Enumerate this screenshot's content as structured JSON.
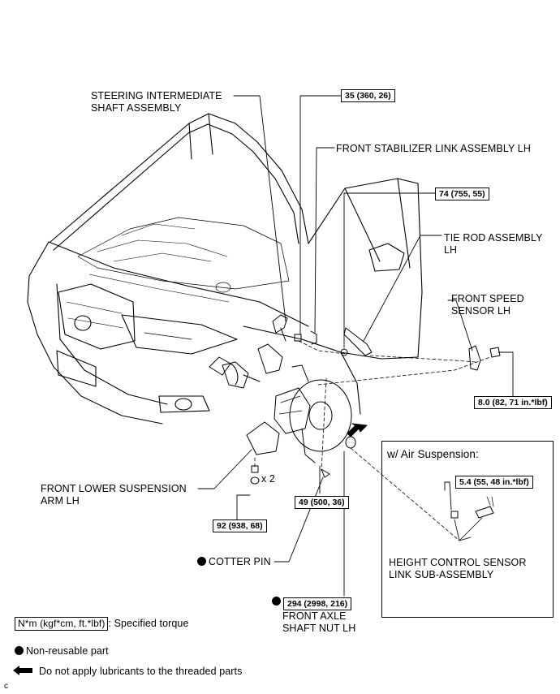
{
  "labels": {
    "steering_shaft": [
      "STEERING INTERMEDIATE",
      "SHAFT ASSEMBLY"
    ],
    "stabilizer_link": "FRONT STABILIZER LINK ASSEMBLY LH",
    "tie_rod": [
      "TIE ROD ASSEMBLY",
      "LH"
    ],
    "speed_sensor": [
      "FRONT SPEED",
      "SENSOR LH"
    ],
    "lower_arm": [
      "FRONT LOWER SUSPENSION",
      "ARM LH"
    ],
    "qty": "x 2",
    "cotter_pin": "COTTER PIN",
    "axle_nut": [
      "FRONT AXLE",
      "SHAFT NUT LH"
    ],
    "inset_title": "w/ Air Suspension:",
    "height_sensor": [
      "HEIGHT CONTROL SENSOR",
      "LINK SUB-ASSEMBLY"
    ]
  },
  "torques": {
    "t_steering": "35 (360, 26)",
    "t_tierod": "74 (755, 55)",
    "t_speed": "8.0 (82, 71 in.*lbf)",
    "t_lowerarm_a": "49 (500, 36)",
    "t_lowerarm_b": "92 (938, 68)",
    "t_axle": "294 (2998, 216)",
    "t_height": "5.4 (55, 48 in.*lbf)"
  },
  "legend": {
    "torque_box": "N*m (kgf*cm, ft.*lbf)",
    "torque_text": ": Specified torque",
    "nonreusable": "Non-reusable part",
    "no_lube": "Do not apply lubricants to the threaded parts"
  },
  "corner_code": "c"
}
